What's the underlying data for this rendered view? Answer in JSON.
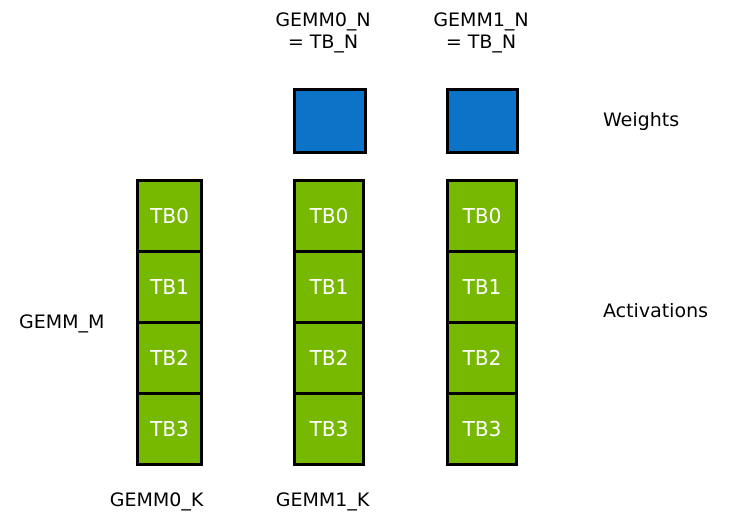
{
  "diagram": {
    "colors": {
      "green": "#76B900",
      "blue": "#0B74C8",
      "border": "#000000",
      "label_text": "#000000",
      "block_text": "#FFFFFF",
      "background": "#FFFFFF"
    },
    "top_labels": [
      {
        "line1": "GEMM0_N",
        "line2": "= TB_N"
      },
      {
        "line1": "GEMM1_N",
        "line2": "= TB_N"
      }
    ],
    "side_labels": {
      "weights": "Weights",
      "activations": "Activations",
      "gemm_m": "GEMM_M"
    },
    "bottom_labels": [
      "GEMM0_K",
      "GEMM1_K"
    ],
    "columns": [
      {
        "blocks": [
          "TB0",
          "TB1",
          "TB2",
          "TB3"
        ]
      },
      {
        "blocks": [
          "TB0",
          "TB1",
          "TB2",
          "TB3"
        ]
      },
      {
        "blocks": [
          "TB0",
          "TB1",
          "TB2",
          "TB3"
        ]
      }
    ]
  }
}
